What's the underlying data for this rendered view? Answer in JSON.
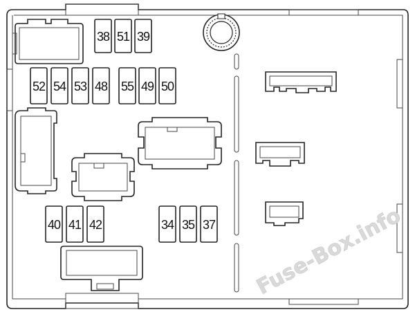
{
  "diagram": {
    "fuses": {
      "row1": [
        "38",
        "51",
        "39"
      ],
      "row2a": [
        "52",
        "54",
        "53",
        "48"
      ],
      "row2b": [
        "55",
        "49",
        "50"
      ],
      "row3a": [
        "40",
        "41",
        "42"
      ],
      "row3b": [
        "34",
        "35",
        "37"
      ]
    },
    "watermark": "Fuse-Box.info"
  },
  "colors": {
    "stroke": "#222222",
    "watermark": "#d0d0d0"
  }
}
